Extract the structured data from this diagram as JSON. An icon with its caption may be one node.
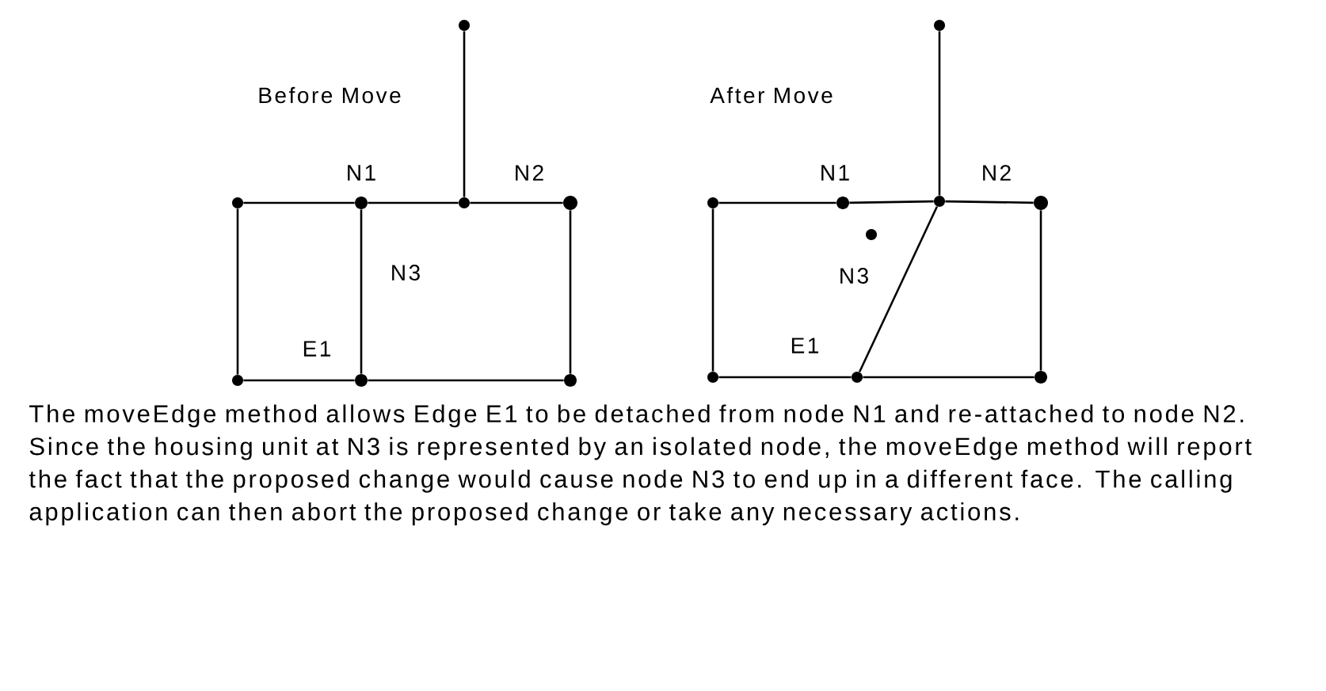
{
  "diagram": {
    "caption": "The moveEdge method allows Edge E1 to be detached from node N1 and re-attached to node N2. Since the housing unit at N3 is represented by an isolated node, the moveEdge method will report the fact that the proposed change would cause node N3 to end up in a different face. The calling application can then abort the proposed change or take any necessary actions.",
    "nodes": [
      {
        "text": [],
        "shape": "circle"
      },
      {
        "text": [],
        "shape": "circle"
      },
      {
        "text": [],
        "shape": "circle"
      },
      {
        "text": [],
        "shape": "circle"
      },
      {
        "text": [],
        "shape": "circle"
      },
      {
        "text": [],
        "shape": "circle"
      },
      {
        "text": [],
        "shape": "circle"
      },
      {
        "text": [],
        "shape": "circle"
      },
      {
        "text": [],
        "shape": "circle"
      },
      {
        "text": [],
        "shape": "circle"
      },
      {
        "text": [],
        "shape": "circle"
      },
      {
        "text": [],
        "shape": "circle"
      },
      {
        "text": [],
        "shape": "circle"
      },
      {
        "text": [],
        "shape": "circle"
      },
      {
        "text": [],
        "shape": "circle"
      },
      {
        "text": [],
        "shape": "circle"
      },
      {
        "text": [],
        "shape": "circle"
      }
    ],
    "edges": [
      {
        "from": 0,
        "to": 3,
        "arrow": "none"
      },
      {
        "from": 1,
        "to": 2,
        "arrow": "none"
      },
      {
        "from": 2,
        "to": 3,
        "arrow": "none"
      },
      {
        "from": 3,
        "to": 4,
        "arrow": "none"
      },
      {
        "from": 1,
        "to": 5,
        "arrow": "none"
      },
      {
        "from": 5,
        "to": 6,
        "arrow": "none"
      },
      {
        "from": 6,
        "to": 7,
        "arrow": "none"
      },
      {
        "from": 4,
        "to": 7,
        "arrow": "none"
      },
      {
        "from": 2,
        "to": 6,
        "arrow": "none"
      },
      {
        "from": 8,
        "to": 11,
        "arrow": "none"
      },
      {
        "from": 9,
        "to": 10,
        "arrow": "none"
      },
      {
        "from": 10,
        "to": 11,
        "arrow": "none"
      },
      {
        "from": 11,
        "to": 12,
        "arrow": "none"
      },
      {
        "from": 9,
        "to": 14,
        "arrow": "none"
      },
      {
        "from": 14,
        "to": 15,
        "arrow": "none"
      },
      {
        "from": 15,
        "to": 16,
        "arrow": "none"
      },
      {
        "from": 12,
        "to": 16,
        "arrow": "none"
      },
      {
        "from": 11,
        "to": 15,
        "arrow": "none"
      }
    ],
    "labels": [
      "Before Move",
      "N1",
      "N2",
      "N3",
      "E1",
      "After Move",
      "N1",
      "N2",
      "N3",
      "E1"
    ]
  }
}
